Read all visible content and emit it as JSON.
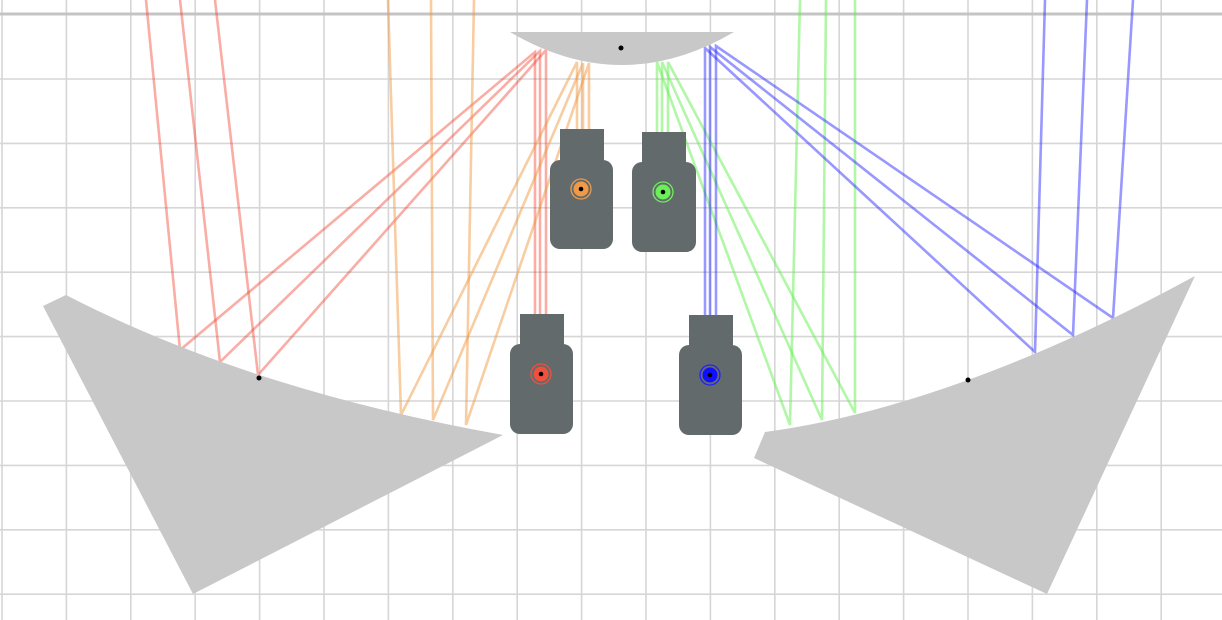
{
  "colors": {
    "background": "#ffffff",
    "grid": "#d6d6d6",
    "boundary_line": "#c4c4c4",
    "mirror": "#c8c8c8",
    "source_body": "#636a6c",
    "red": "#f0503c",
    "orange": "#f09a48",
    "green": "#6cf05a",
    "blue": "#3030ff"
  },
  "light_sources": [
    {
      "color_name": "orange"
    },
    {
      "color_name": "green"
    },
    {
      "color_name": "red"
    },
    {
      "color_name": "blue"
    }
  ],
  "mirrors": [
    {
      "type": "curved-mirror",
      "position": "top"
    },
    {
      "type": "curved-mirror",
      "position": "left"
    },
    {
      "type": "curved-mirror",
      "position": "right"
    }
  ]
}
